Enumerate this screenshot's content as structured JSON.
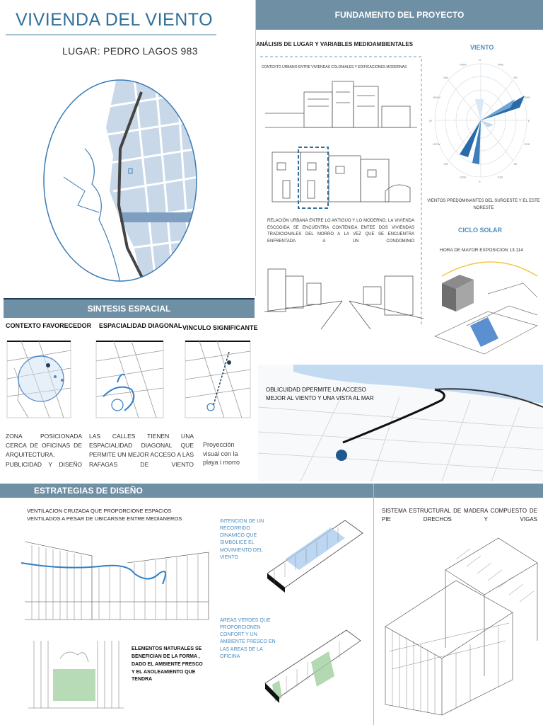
{
  "header": {
    "title": "VIVIENDA DEL VIENTO",
    "location": "LUGAR: PEDRO LAGOS 983"
  },
  "fundamento": {
    "banner": "FUNDAMENTO DEL PROYECTO",
    "analisis_title": "ANÁLISIS DE LUGAR Y VARIABLES MEDIOAMBIENTALES",
    "context_caption": "CONTEXTO URBANO ENTRE VIVIENDAS COLONIALES Y EDIFICACIONES MODERNAS",
    "relacion_text": "RELACIÓN URBANA ENTRE LO ANTIGUO Y LO MODERNO, LA VIVIENDA ESCOGIDA SE ENCUENTRA CONTENIDA ENTEE DOS VIVIENDAS TRADICIONALES DEL MORRO A LA VEZ QUE SE ENCUENTRA ENFRENTADA A UN CONDOMINIO",
    "viento_title": "VIENTO",
    "vientos_text_1": "VIENTOS PREDOMINANTES DEL SUROESTE Y EL ESTE",
    "vientos_text_2": "NORESTE",
    "ciclo_title": "CICLO SOLAR",
    "hora_text": "HORA DE MAYOR EXPOSICION 13.114",
    "oblicuidad_text": "OBLICUIDAD DPERMITE UN ACCESO MEJOR AL VIENTO Y UNA VISTA AL MAR",
    "compass_labels": [
      "N",
      "NNE",
      "NE",
      "ENE",
      "E",
      "ESE",
      "SE",
      "SSE",
      "S",
      "SSW",
      "SW",
      "WSW",
      "W",
      "WNW",
      "NW",
      "NNW"
    ]
  },
  "sintesis": {
    "banner": "SINTESIS ESPACIAL",
    "items": [
      {
        "label": "CONTEXTO FAVORECEDOR",
        "text": "ZONA POSICIONADA CERCA DE OFICINAS DE ARQUITECTURA, PUBLICIDAD Y DISEÑO"
      },
      {
        "label": "ESPACIALIDAD DIAGONAL",
        "text": "LAS CALLES TIENEN UNA ESPACIALIDAD DIAGONAL QUE PERMITE UN MEJOR ACCESO A LAS RAFAGAS DE VIENTO"
      },
      {
        "label": "VINCULO SIGNIFICANTE",
        "text": "Proyección visual con la playa i morro"
      }
    ]
  },
  "estrategias": {
    "banner": "ESTRATEGIAS DE DISEÑO",
    "ventilacion_text": "VENTILACION CRUZADA QUE PROPORCIONE ESPACIOS VENTILADOS A PESAR DE UBICARSSE ENTRE MEDIANEROS",
    "recorrido_text": "INTENCION DE UN RECORRIDO DINAMICO QUE SIMBOLICE EL MOVIMIENTO DEL VIENTO",
    "areas_text": "AREAS VERDES QUE PROPORCIONEN CONFORT Y UN AMBIENTE FRESCO EN LAS AREAS DE LA OFICINA",
    "elementos_text": "ELEMENTOS NATURALES SE BENEFICIAN DE LA FORMA , DADO EL AMBIENTE FRESCO Y EL ASOLEAMIENTO QUE TENDRA",
    "sistema_text": "SISTEMA ESTRUCTURAL DE MADERA COMPUESTO DE PIE DRECHOS Y VIGAS"
  },
  "colors": {
    "accent": "#2f6f9a",
    "banner": "#6f8fa5",
    "dark_bar": "#1e3d55",
    "text_blue": "#4a8cbf",
    "green": "#8fbf8f"
  }
}
